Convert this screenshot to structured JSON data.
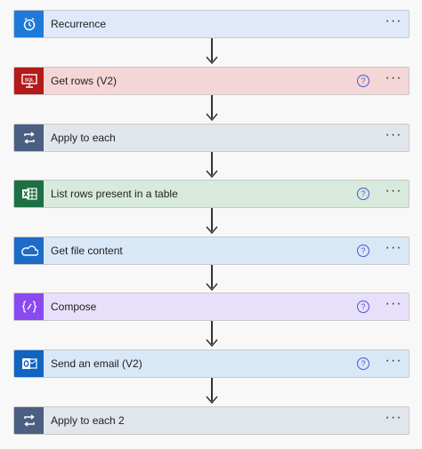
{
  "flow": {
    "steps": [
      {
        "label": "Recurrence",
        "icon": "recurrence-icon",
        "color": "#1e7ad9",
        "bg": "#dfe9fa",
        "help": false
      },
      {
        "label": "Get rows (V2)",
        "icon": "sql-server-icon",
        "color": "#b31a1a",
        "bg": "#f5d6d6",
        "help": true
      },
      {
        "label": "Apply to each",
        "icon": "loop-icon",
        "color": "#4a5f82",
        "bg": "#e1e5ec",
        "help": false
      },
      {
        "label": "List rows present in a table",
        "icon": "excel-icon",
        "color": "#1d7044",
        "bg": "#d7eadc",
        "help": true
      },
      {
        "label": "Get file content",
        "icon": "onedrive-icon",
        "color": "#1c6cc7",
        "bg": "#d9e8f7",
        "help": true
      },
      {
        "label": "Compose",
        "icon": "compose-icon",
        "color": "#8a4af0",
        "bg": "#e8e0fa",
        "help": true
      },
      {
        "label": "Send an email (V2)",
        "icon": "outlook-icon",
        "color": "#1064c2",
        "bg": "#d9e8f7",
        "help": true
      },
      {
        "label": "Apply to each 2",
        "icon": "loop-icon",
        "color": "#4a5f82",
        "bg": "#e1e5ec",
        "help": false
      }
    ],
    "help_glyph": "?",
    "more_glyph": "···"
  }
}
